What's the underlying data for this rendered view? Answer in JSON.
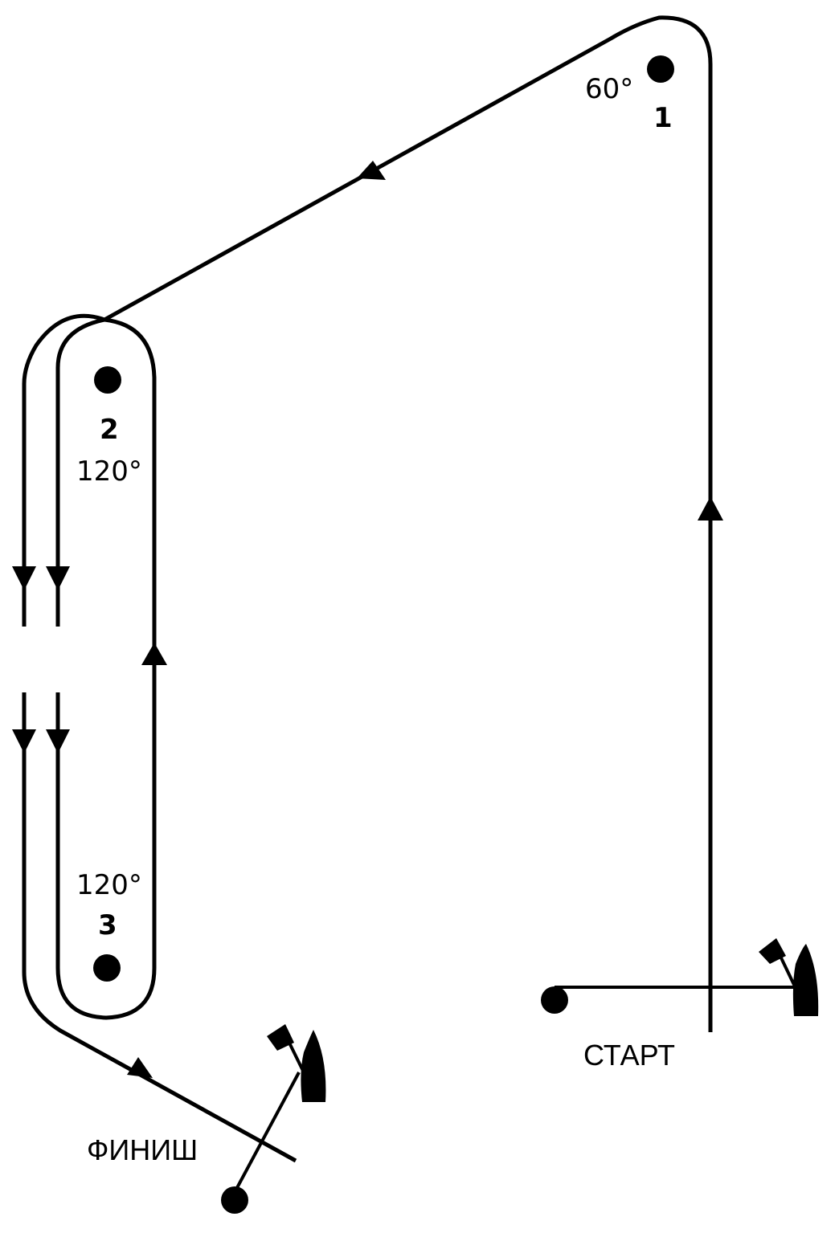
{
  "marks": [
    {
      "id": "1",
      "label": "1",
      "angle": "60°"
    },
    {
      "id": "2",
      "label": "2",
      "angle": "120°"
    },
    {
      "id": "3",
      "label": "3",
      "angle": "120°"
    }
  ],
  "start": {
    "label": "СТАРТ"
  },
  "finish": {
    "label": "ФИНИШ"
  },
  "colors": {
    "line": "#000000",
    "background": "#ffffff"
  }
}
